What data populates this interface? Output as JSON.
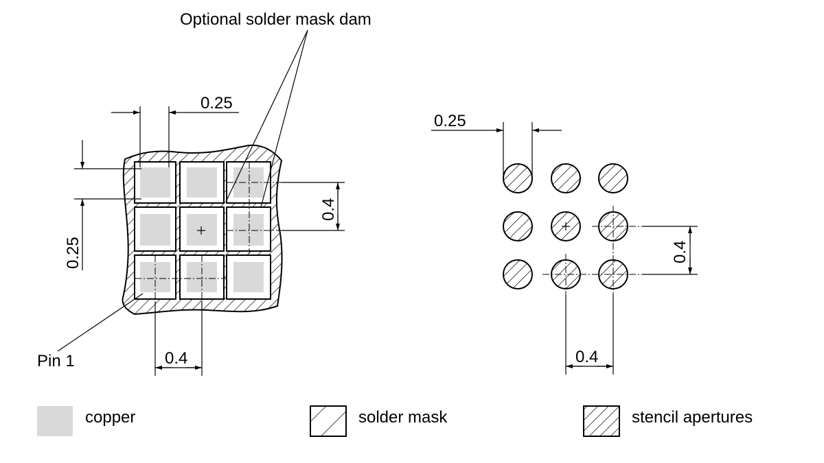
{
  "labels": {
    "dam": "Optional solder mask dam",
    "pin1": "Pin 1"
  },
  "dimensions": {
    "left_top_width": "0.25",
    "left_side_height": "0.25",
    "left_pitch_v": "0.4",
    "left_pitch_h": "0.4",
    "right_diameter": "0.25",
    "right_pitch_v": "0.4",
    "right_pitch_h": "0.4"
  },
  "legend": [
    {
      "label": "copper"
    },
    {
      "label": "solder mask"
    },
    {
      "label": "stencil apertures"
    }
  ],
  "colors": {
    "copper": "#d9d9d9",
    "line": "#000000"
  }
}
